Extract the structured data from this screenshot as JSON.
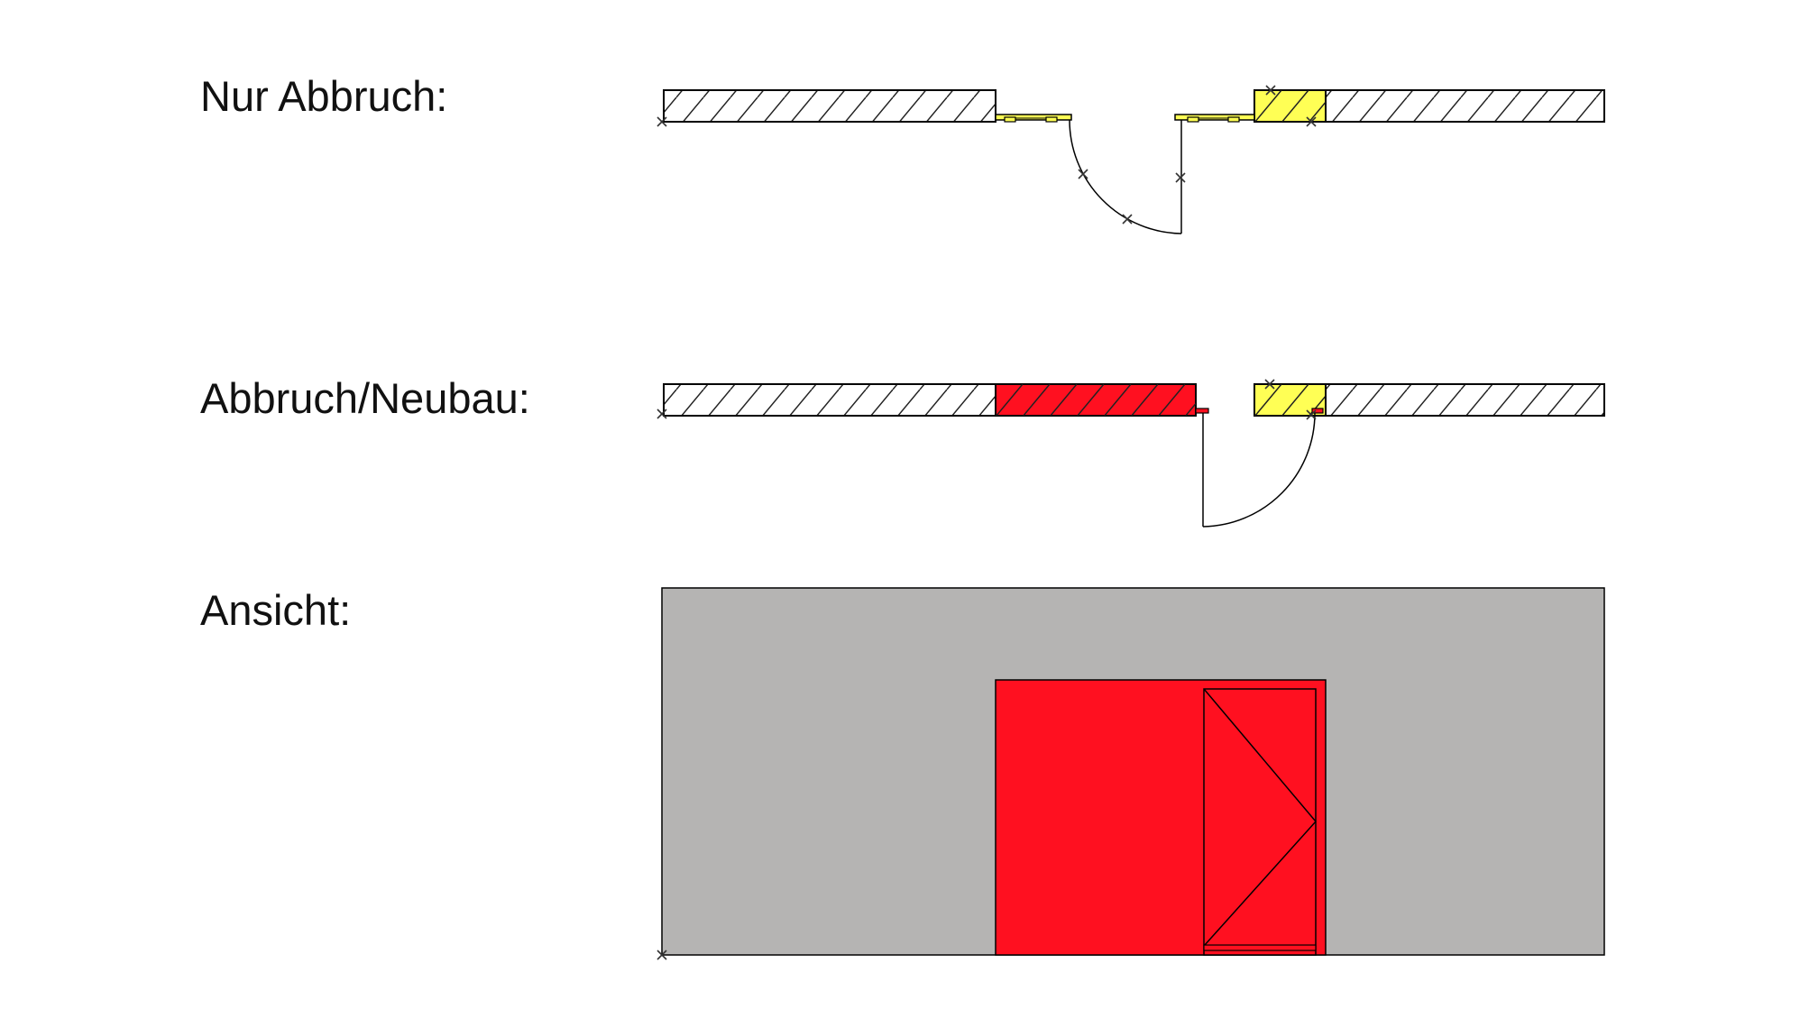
{
  "labels": {
    "nur_abbruch": "Nur Abbruch:",
    "abbruch_neubau": "Abbruch/Neubau:",
    "ansicht": "Ansicht:"
  },
  "colors": {
    "wall_outline": "#000000",
    "hatch": "#222222",
    "demolition_yellow": "#ffff55",
    "new_build_red": "#ff1020",
    "elevation_wall_gray": "#b5b4b3",
    "background": "#ffffff"
  }
}
